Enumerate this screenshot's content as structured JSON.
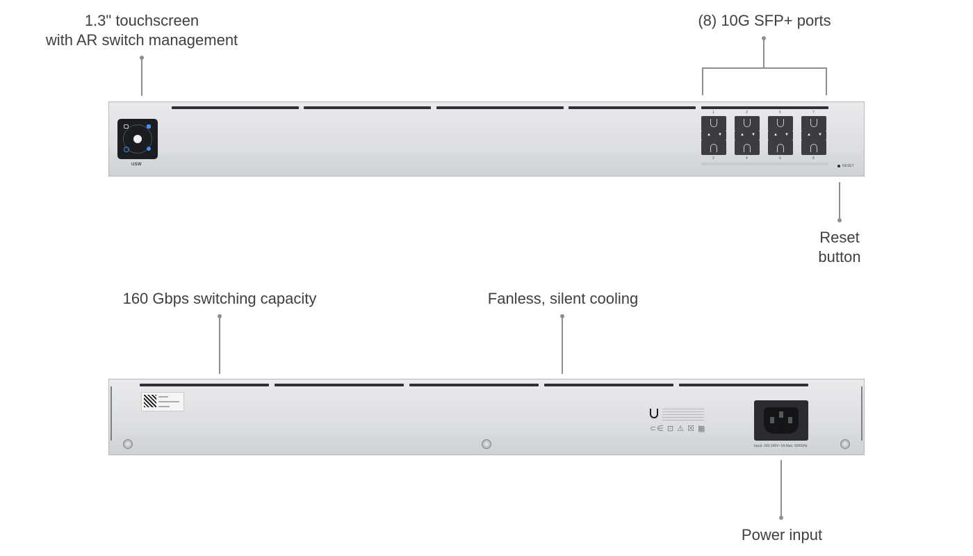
{
  "callouts": {
    "touchscreen": {
      "line1": "1.3\" touchscreen",
      "line2": "with AR switch management"
    },
    "sfp_ports": {
      "label": "(8) 10G SFP+ ports"
    },
    "reset": {
      "line1": "Reset",
      "line2": "button"
    },
    "switching": {
      "label": "160 Gbps switching capacity"
    },
    "cooling": {
      "label": "Fanless, silent cooling"
    },
    "power": {
      "label": "Power input"
    }
  },
  "front_panel": {
    "brand_label": "USW",
    "reset_label": "RESET",
    "ports": {
      "top_numbers": [
        "1",
        "3",
        "5",
        "7"
      ],
      "bottom_numbers": [
        "2",
        "4",
        "6",
        "8"
      ]
    }
  },
  "rear_panel": {
    "power_rating": "Input: 100-240V~1A Max. 50/60Hz"
  },
  "colors": {
    "leader": "#8e8e8e",
    "chassis": "#dcdee1",
    "port": "#3b3d41",
    "touch_accent_blue": "#3d8ff0"
  }
}
